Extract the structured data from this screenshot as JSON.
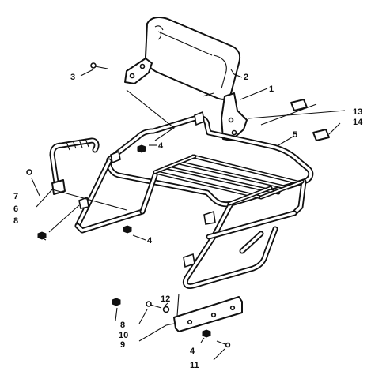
{
  "callouts": {
    "c1": "1",
    "c2": "2",
    "c3": "3",
    "c4a": "4",
    "c4b": "4",
    "c4c": "4",
    "c5": "5",
    "c6": "6",
    "c7": "7",
    "c8a": "8",
    "c8b": "8",
    "c9": "9",
    "c10": "10",
    "c11": "11",
    "c12": "12",
    "c13": "13",
    "c14": "14"
  }
}
